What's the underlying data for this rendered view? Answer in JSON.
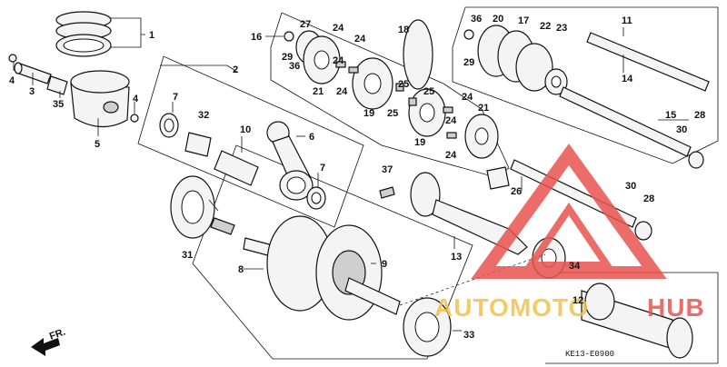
{
  "part_labels": [
    "1",
    "2",
    "3",
    "4",
    "4",
    "5",
    "6",
    "7",
    "7",
    "8",
    "9",
    "10",
    "11",
    "12",
    "13",
    "14",
    "15",
    "16",
    "17",
    "18",
    "19",
    "19",
    "20",
    "21",
    "21",
    "22",
    "23",
    "24",
    "24",
    "24",
    "24",
    "24",
    "24",
    "24",
    "25",
    "25",
    "25",
    "26",
    "27",
    "28",
    "28",
    "29",
    "29",
    "30",
    "30",
    "31",
    "32",
    "33",
    "34",
    "35",
    "36",
    "36",
    "37"
  ],
  "diagram_code": "KE13-E0900",
  "front_marker": "FR.",
  "watermark": {
    "text_left": "AUTOMOTO",
    "text_right": "HUB",
    "colors": {
      "red": "#e8534e",
      "yellow": "#f2c14e"
    }
  }
}
